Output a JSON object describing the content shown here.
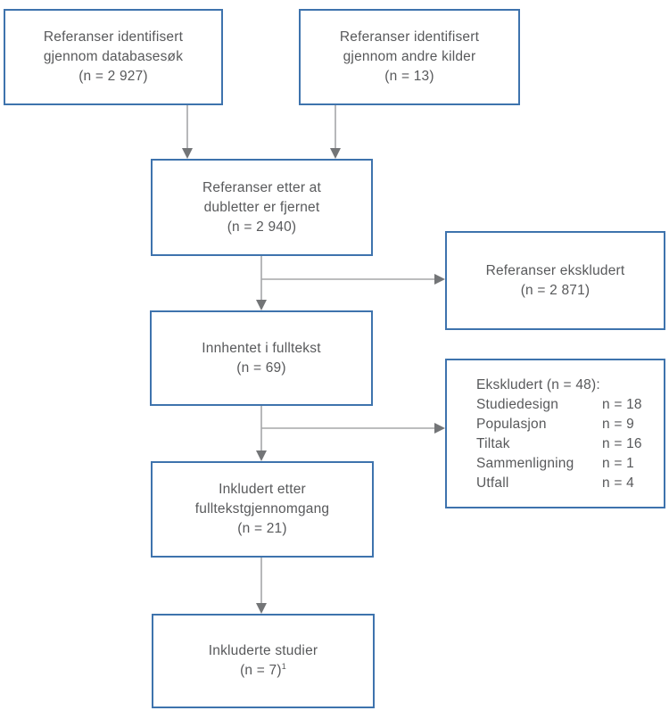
{
  "colors": {
    "background": "#ffffff",
    "box_border": "#3e73ad",
    "box_fill": "#ffffff",
    "text": "#58595b",
    "arrow_line": "#a5a7a9",
    "arrowhead": "#737577"
  },
  "boxes": {
    "identified_db": {
      "lines": [
        "Referanser identifisert",
        "gjennom databasesøk",
        "(n = 2 927)"
      ]
    },
    "identified_other": {
      "lines": [
        "Referanser identifisert",
        "gjennom andre kilder",
        "(n = 13)"
      ]
    },
    "deduplicated": {
      "lines": [
        "Referanser etter at",
        "dubletter er fjernet",
        "(n = 2 940)"
      ]
    },
    "excluded_refs": {
      "lines": [
        "Referanser ekskludert",
        "(n = 2 871)"
      ]
    },
    "fulltext": {
      "lines": [
        "Innhentet i fulltekst",
        "(n = 69)"
      ]
    },
    "excluded_fulltext": {
      "title": "Ekskludert (n = 48):",
      "rows": [
        {
          "label": "Studiedesign",
          "value": "n = 18"
        },
        {
          "label": "Populasjon",
          "value": "n = 9"
        },
        {
          "label": "Tiltak",
          "value": "n = 16"
        },
        {
          "label": "Sammenligning",
          "value": "n = 1"
        },
        {
          "label": "Utfall",
          "value": "n = 4"
        }
      ]
    },
    "included_fulltext": {
      "lines": [
        "Inkludert etter",
        "fulltekstgjennomgang",
        "(n = 21)"
      ]
    },
    "included_studies": {
      "line1": "Inkluderte studier",
      "count": "(n = 7)",
      "footnote_marker": "1"
    }
  }
}
